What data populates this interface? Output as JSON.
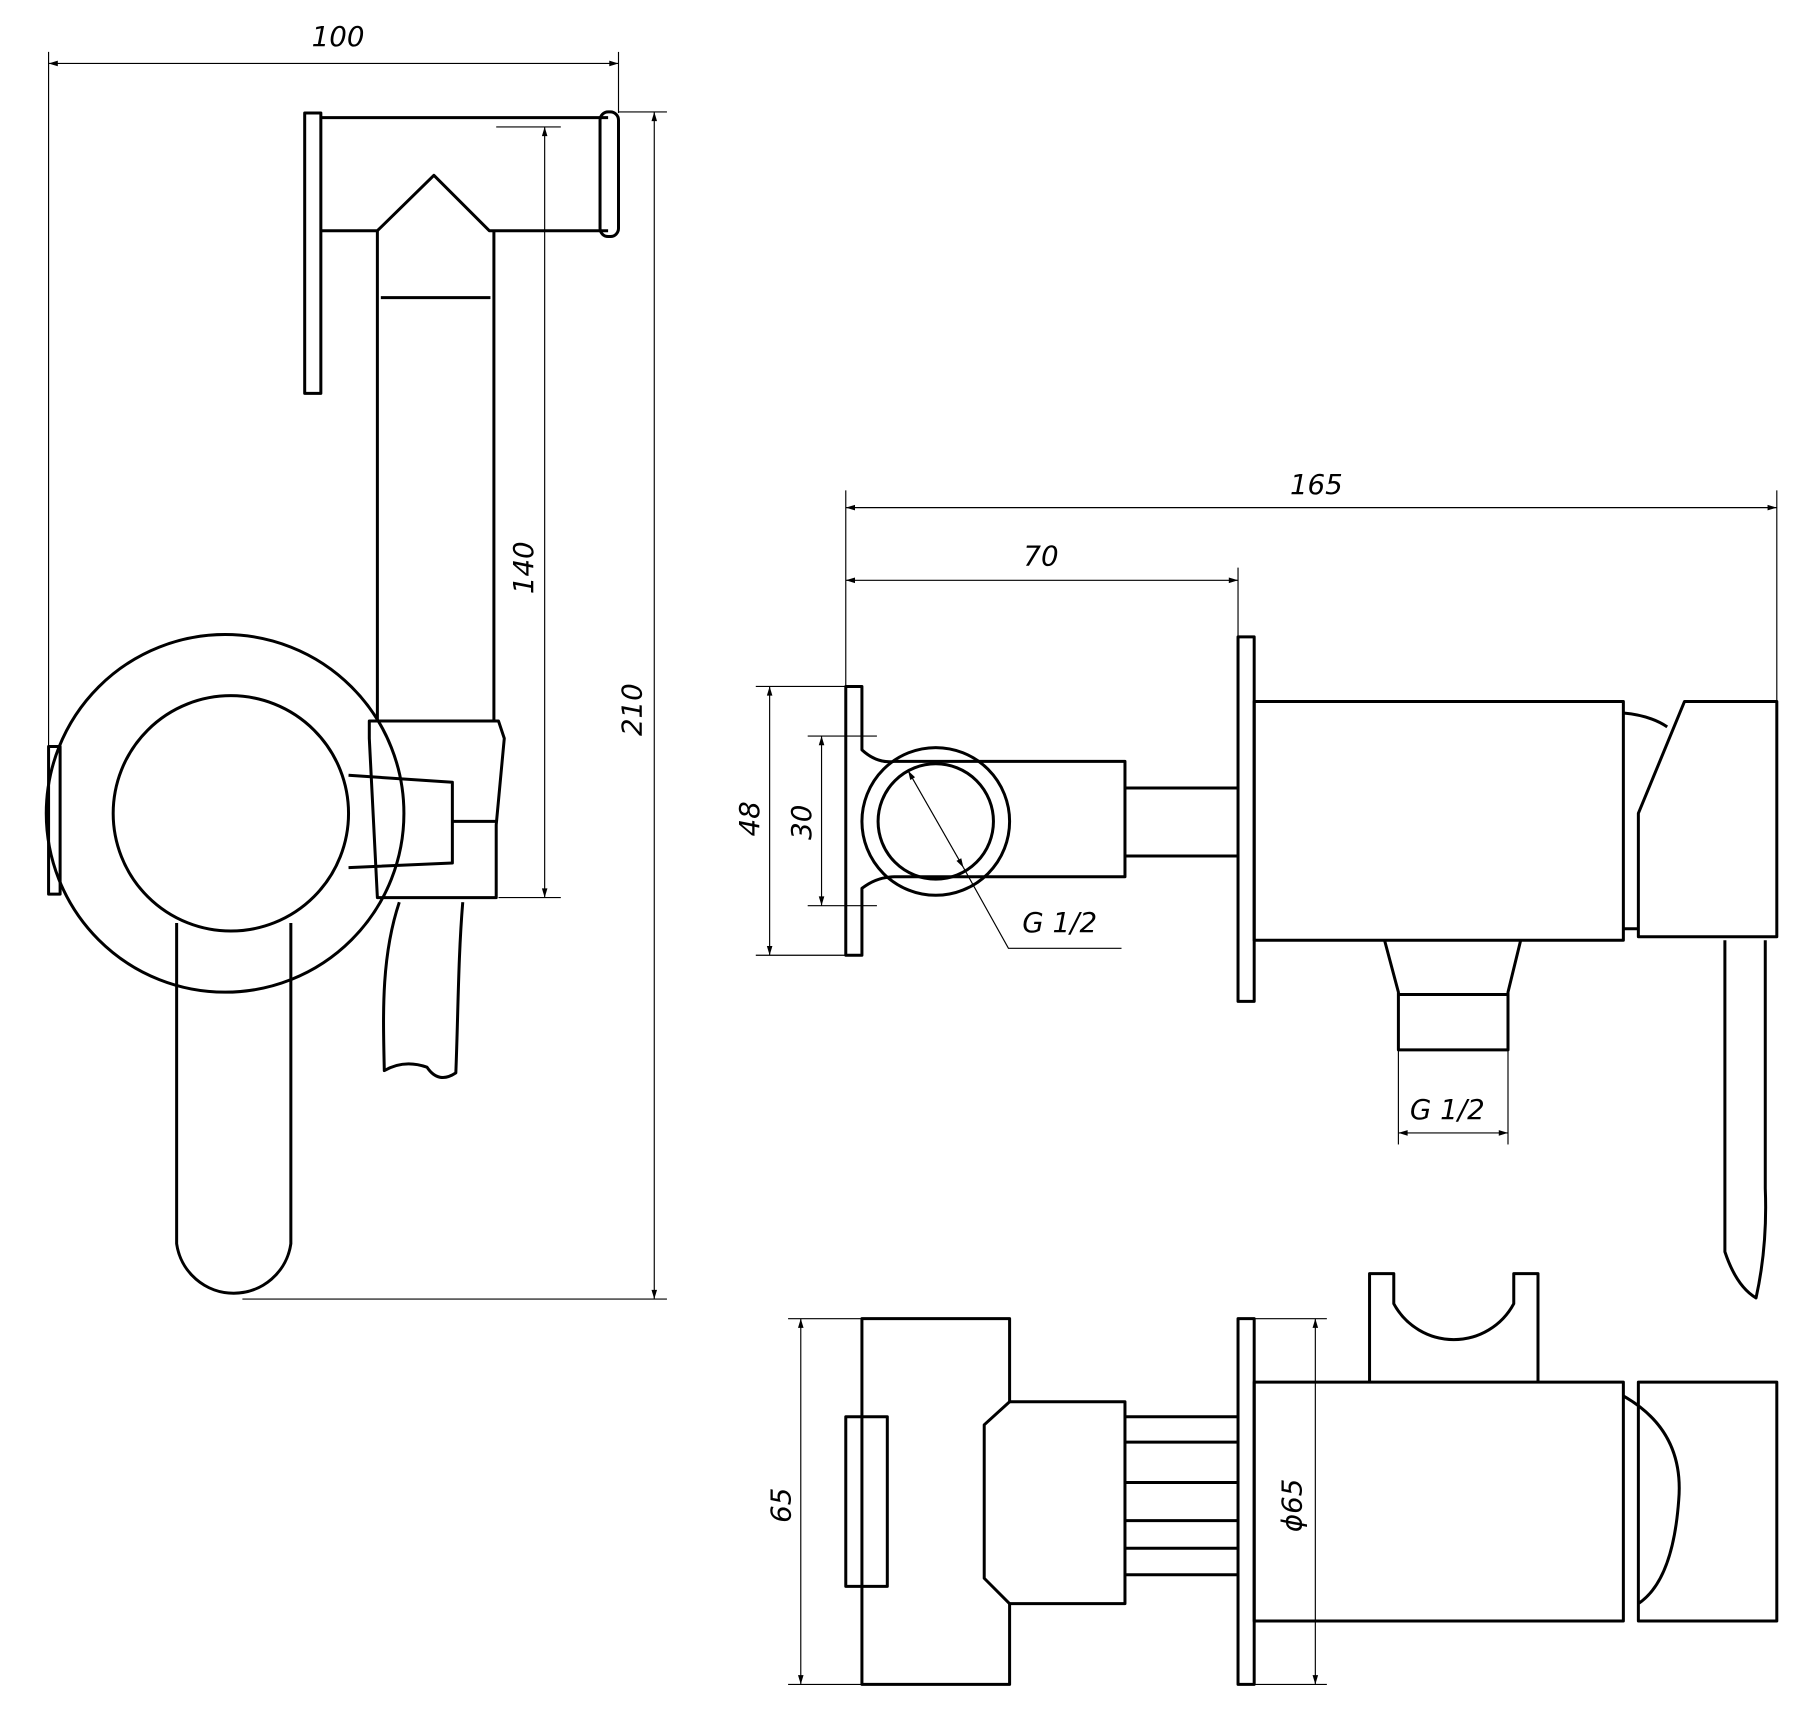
{
  "drawing": {
    "dimensions": {
      "total_width": "100",
      "hose_height": "140",
      "total_height": "210",
      "overall_depth": "165",
      "flange_depth": "70",
      "flange_outer": "48",
      "flange_inner": "30",
      "thread_side": "G 1/2",
      "thread_bottom": "G 1/2",
      "body_height": "65",
      "plate_diameter": "ϕ65"
    },
    "colors": {
      "line": "#000000",
      "background": "#ffffff"
    }
  }
}
